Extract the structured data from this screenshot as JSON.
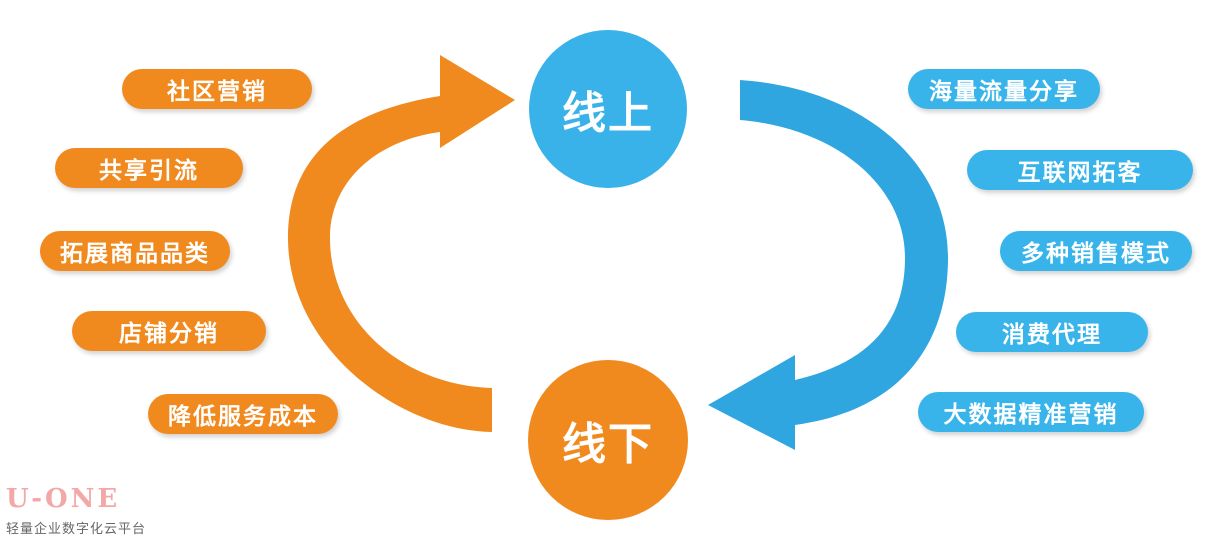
{
  "center": {
    "top_label": "线上",
    "bottom_label": "线下"
  },
  "left_items": [
    "社区营销",
    "共享引流",
    "拓展商品品类",
    "店铺分销",
    "降低服务成本"
  ],
  "right_items": [
    "海量流量分享",
    "互联网拓客",
    "多种销售模式",
    "消费代理",
    "大数据精准营销"
  ],
  "colors": {
    "orange": "#f08a1f",
    "blue": "#38b4ea",
    "logo": "#f3a8a8"
  },
  "logo": {
    "mark": "U-ONE",
    "tagline": "轻量企业数字化云平台"
  }
}
